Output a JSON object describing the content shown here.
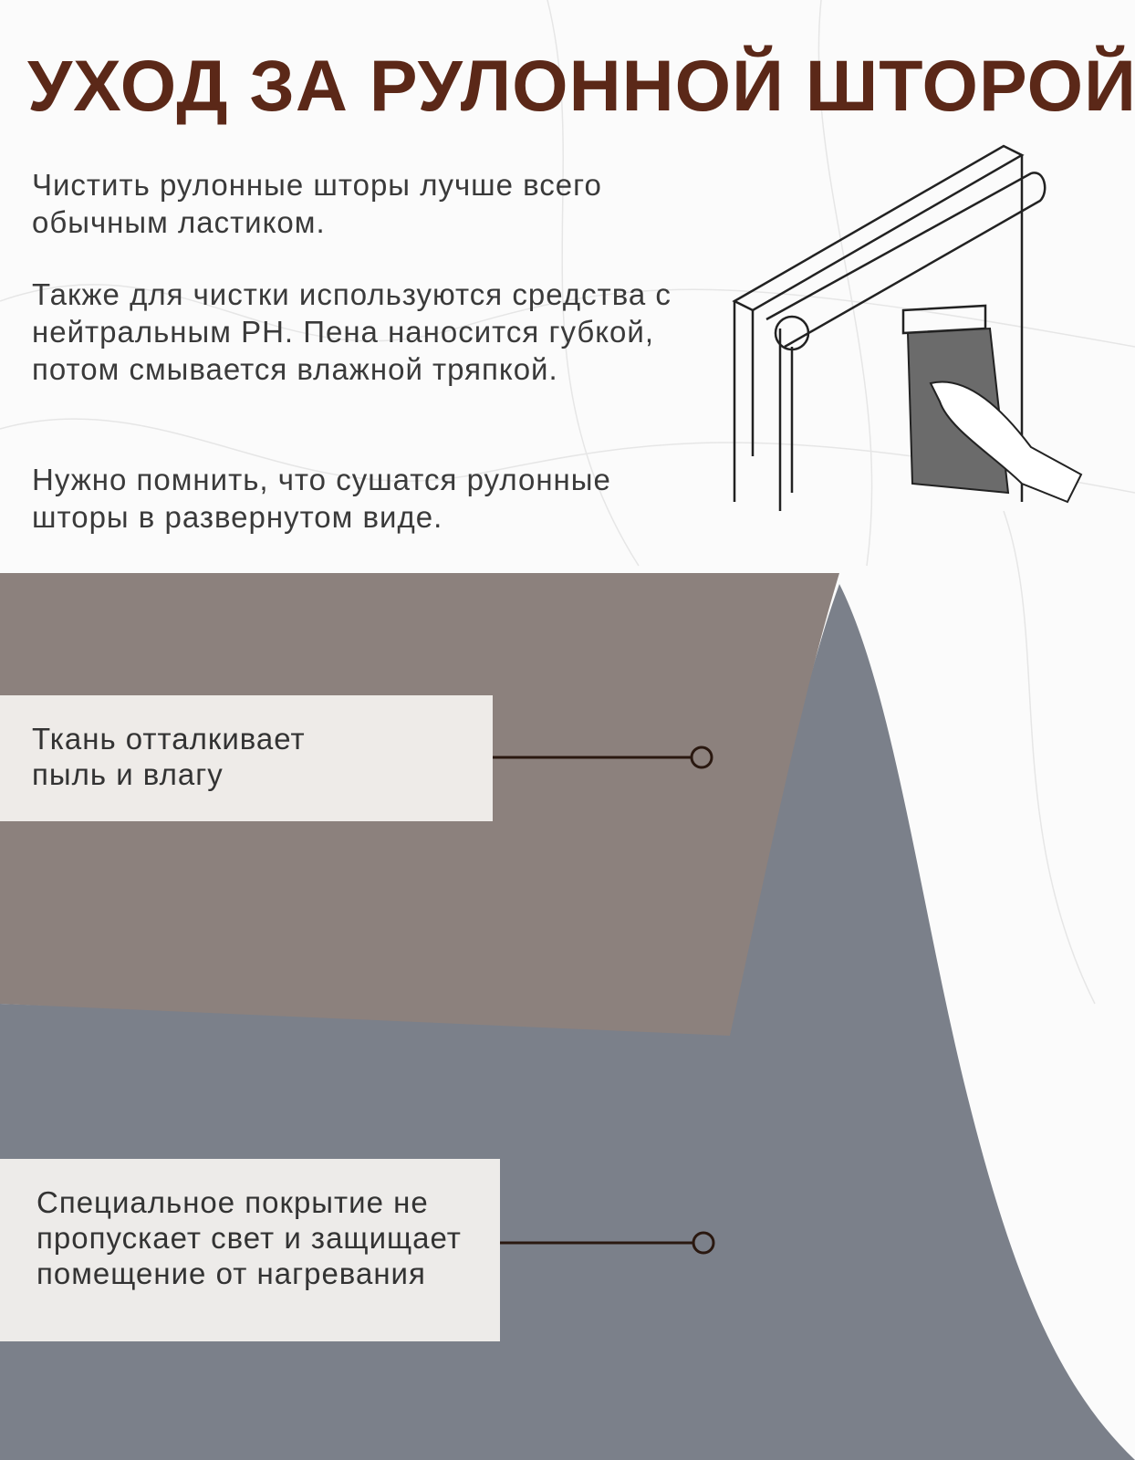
{
  "title": "УХОД ЗА РУЛОННОЙ ШТОРОЙ",
  "paragraphs": [
    "Чистить рулонные шторы лучше всего обычным ластиком.",
    "Также для чистки используются средства с нейтральным PH. Пена наносится губкой, потом смывается влажной тряпкой.",
    "Нужно помнить, что сушатся рулонные шторы в развернутом виде."
  ],
  "callouts": [
    {
      "text": "Ткань отталкивает пыль и влагу"
    },
    {
      "text": "Специальное покрытие не пропускает свет и защищает помещение от нагревания"
    }
  ],
  "colors": {
    "title": "#5b2818",
    "fabric_top": "#8c817d",
    "fabric_back": "#7b808a",
    "accent_line": "#2a1810"
  }
}
